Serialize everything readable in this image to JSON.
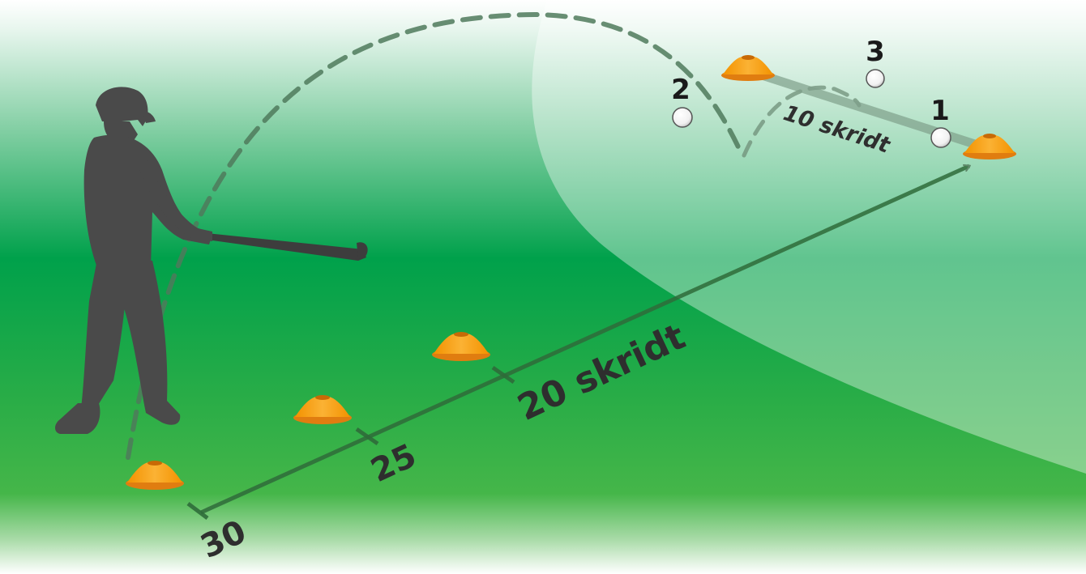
{
  "diagram": {
    "labels": {
      "main_distance": "20 skridt",
      "mark_25": "25",
      "mark_30": "30",
      "target_distance": "10 skridt",
      "ball_1": "1",
      "ball_2": "2",
      "ball_3": "3"
    },
    "colors": {
      "grass_dark": "#00a14b",
      "grass_light": "#3fb64a",
      "cone": "#f7a21b",
      "cone_shadow": "#e07d10",
      "silhouette": "#4a4a4a",
      "measure_line": "#2f6b3a",
      "trajectory": "#4f7a5c"
    },
    "icons": [
      "golfer-silhouette",
      "cone-icon",
      "golf-ball-icon",
      "arrow-icon"
    ]
  }
}
